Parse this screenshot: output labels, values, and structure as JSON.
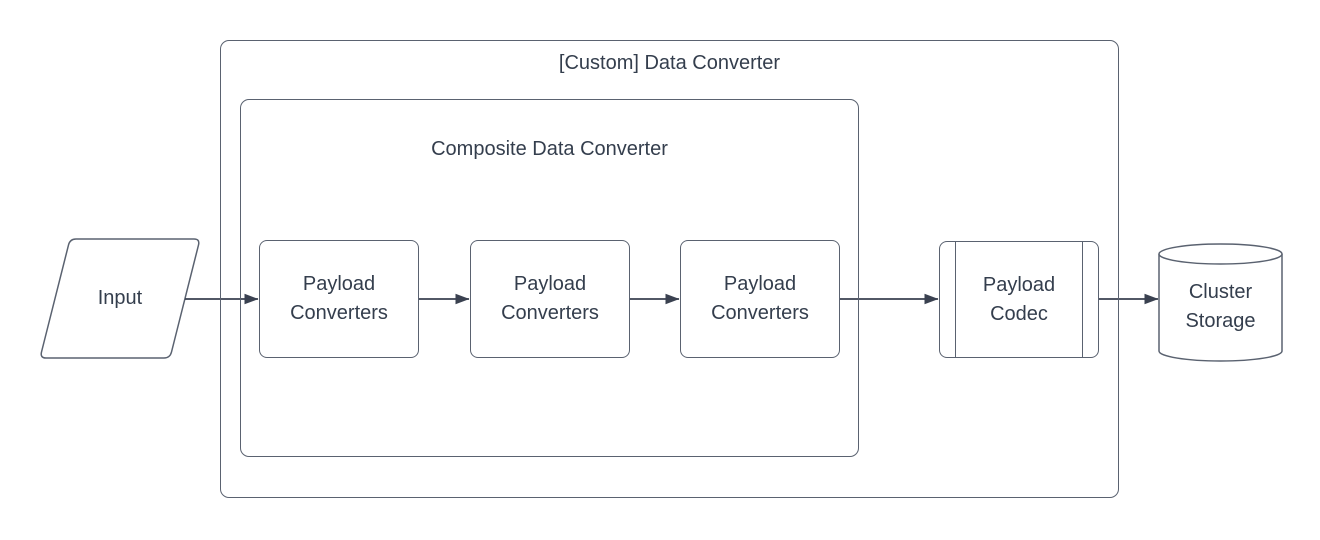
{
  "diagram": {
    "kind": "flowchart",
    "background": "#ffffff",
    "outer_group": {
      "title": "[Custom] Data Converter"
    },
    "composite_group": {
      "title": "Composite Data Converter"
    },
    "nodes": {
      "input": {
        "label": "Input",
        "shape": "parallelogram"
      },
      "payload_converter_1": {
        "label": "Payload Converters",
        "shape": "rounded-rect"
      },
      "payload_converter_2": {
        "label": "Payload Converters",
        "shape": "rounded-rect"
      },
      "payload_converter_3": {
        "label": "Payload Converters",
        "shape": "rounded-rect"
      },
      "payload_codec": {
        "label": "Payload Codec",
        "shape": "subroutine"
      },
      "cluster_storage": {
        "label": "Cluster Storage",
        "shape": "cylinder"
      }
    },
    "edges": [
      {
        "from": "input",
        "to": "payload_converter_1"
      },
      {
        "from": "payload_converter_1",
        "to": "payload_converter_2"
      },
      {
        "from": "payload_converter_2",
        "to": "payload_converter_3"
      },
      {
        "from": "payload_converter_3",
        "to": "payload_codec"
      },
      {
        "from": "payload_codec",
        "to": "cluster_storage"
      }
    ],
    "colors": {
      "shape_stroke": "#5a6270",
      "arrow": "#3a4150",
      "text": "#343e4d"
    }
  }
}
